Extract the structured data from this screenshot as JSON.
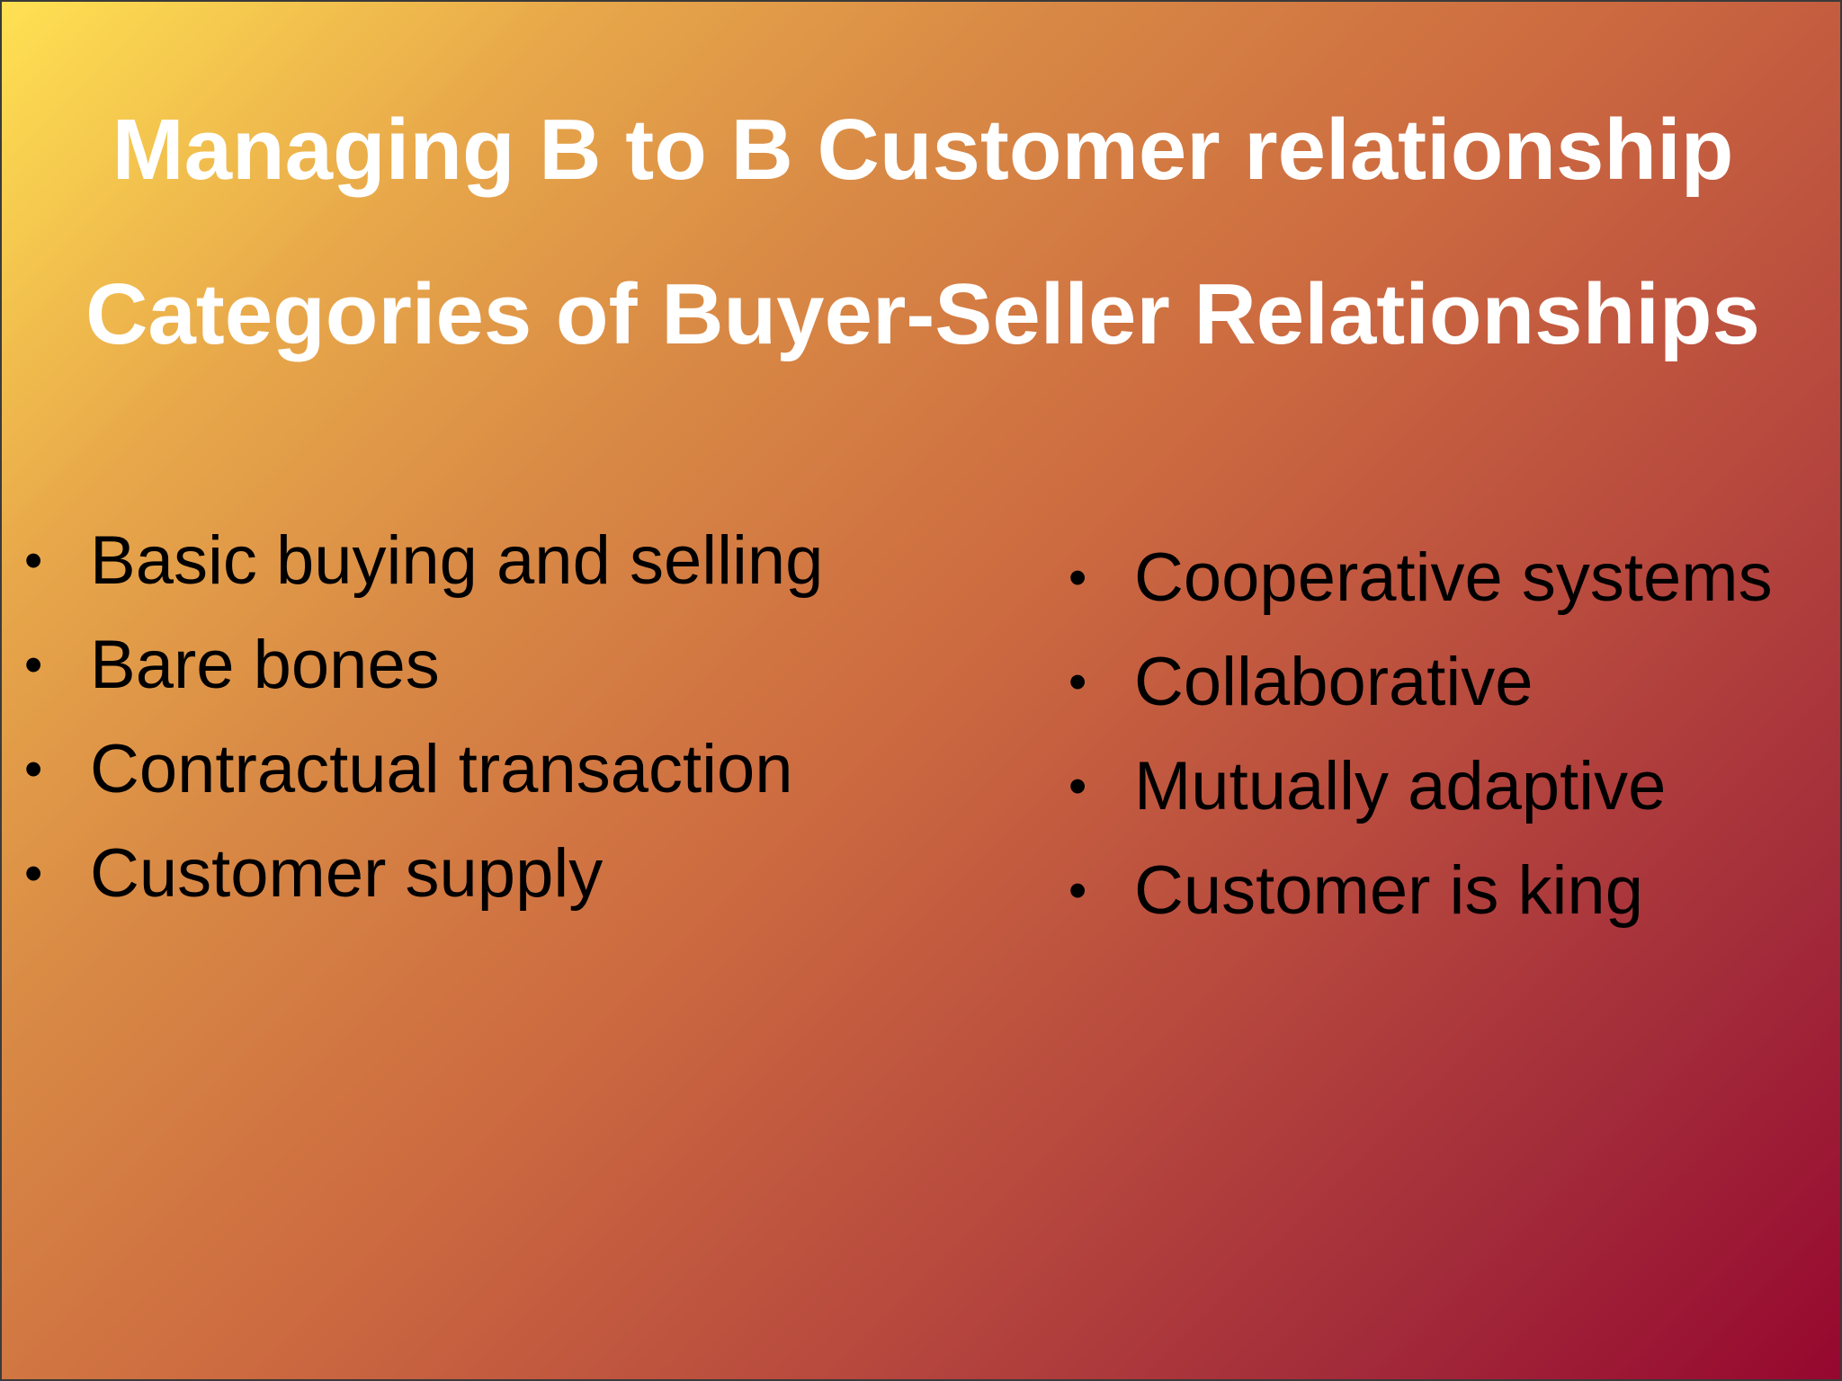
{
  "slide": {
    "title_line1": "Managing B to B Customer relationship",
    "title_line2": "Categories of Buyer-Seller Relationships",
    "bullet_glyph": "•",
    "left_items": [
      "Basic buying and selling",
      "Bare bones",
      "Contractual transaction",
      "Customer supply"
    ],
    "right_items": [
      "Cooperative systems",
      "Collaborative",
      "Mutually adaptive",
      "Customer is king"
    ]
  },
  "colors": {
    "gradient_start": "#ffe152",
    "gradient_end": "#96072f",
    "title_text": "#ffffff",
    "body_text": "#000000"
  }
}
